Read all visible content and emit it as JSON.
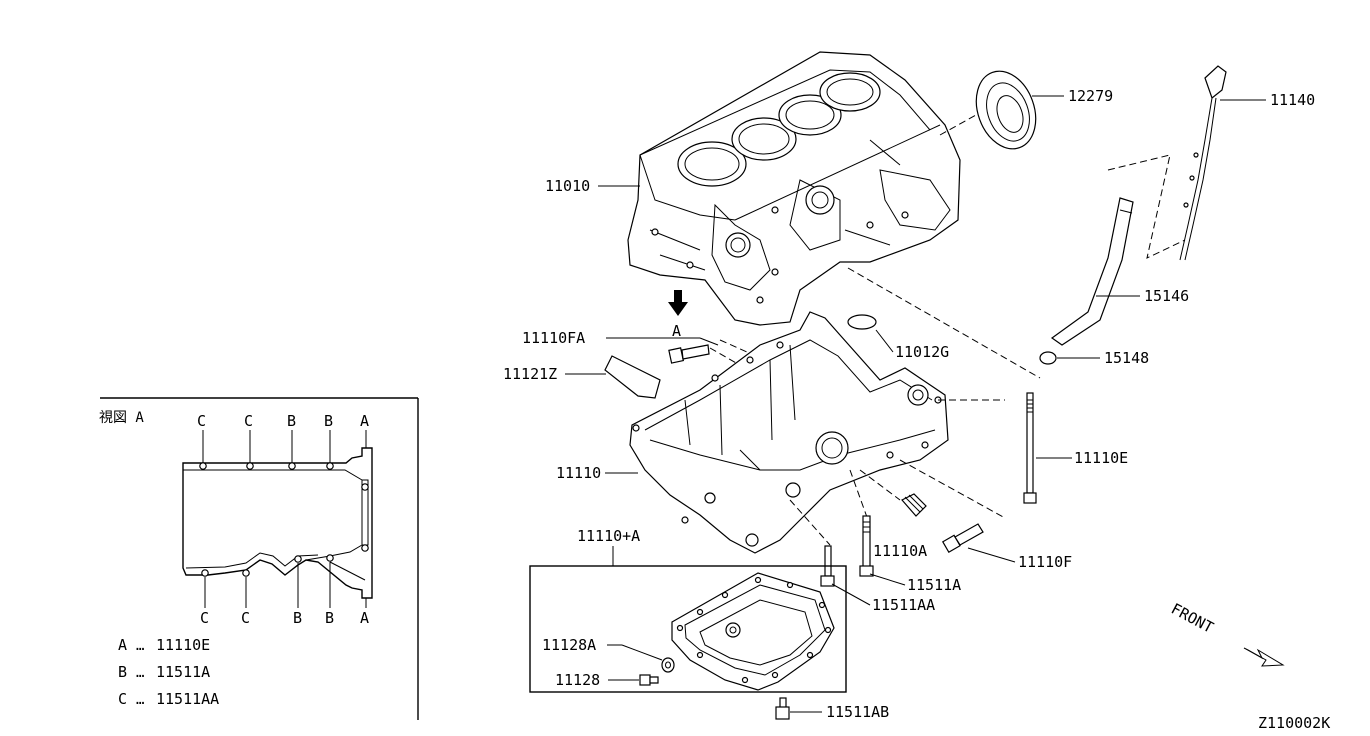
{
  "diagram": {
    "drawing_code": "Z110002K",
    "front_label": "FRONT",
    "arrow_marker": "A",
    "parts": [
      {
        "id": "p11010",
        "number": "11010"
      },
      {
        "id": "p12279",
        "number": "12279"
      },
      {
        "id": "p11140",
        "number": "11140"
      },
      {
        "id": "p15146",
        "number": "15146"
      },
      {
        "id": "p15148",
        "number": "15148"
      },
      {
        "id": "p11110FA",
        "number": "11110FA"
      },
      {
        "id": "p11012G",
        "number": "11012G"
      },
      {
        "id": "p11121Z",
        "number": "11121Z"
      },
      {
        "id": "p11110",
        "number": "11110"
      },
      {
        "id": "p11110E",
        "number": "11110E"
      },
      {
        "id": "p11110A",
        "number": "11110A"
      },
      {
        "id": "p11110F",
        "number": "11110F"
      },
      {
        "id": "p11511A",
        "number": "11511A"
      },
      {
        "id": "p11511AA",
        "number": "11511AA"
      },
      {
        "id": "p11110pA",
        "number": "11110+A"
      },
      {
        "id": "p11128A",
        "number": "11128A"
      },
      {
        "id": "p11128",
        "number": "11128"
      },
      {
        "id": "p11511AB",
        "number": "11511AB"
      }
    ]
  },
  "view_a": {
    "title": "視図 A",
    "top_letters": [
      "C",
      "C",
      "B",
      "B",
      "A"
    ],
    "bottom_letters": [
      "C",
      "C",
      "B",
      "B",
      "A"
    ],
    "legend": [
      {
        "key": "A",
        "sep": "…",
        "value": "11110E"
      },
      {
        "key": "B",
        "sep": "…",
        "value": "11511A"
      },
      {
        "key": "C",
        "sep": "…",
        "value": "11511AA"
      }
    ]
  }
}
